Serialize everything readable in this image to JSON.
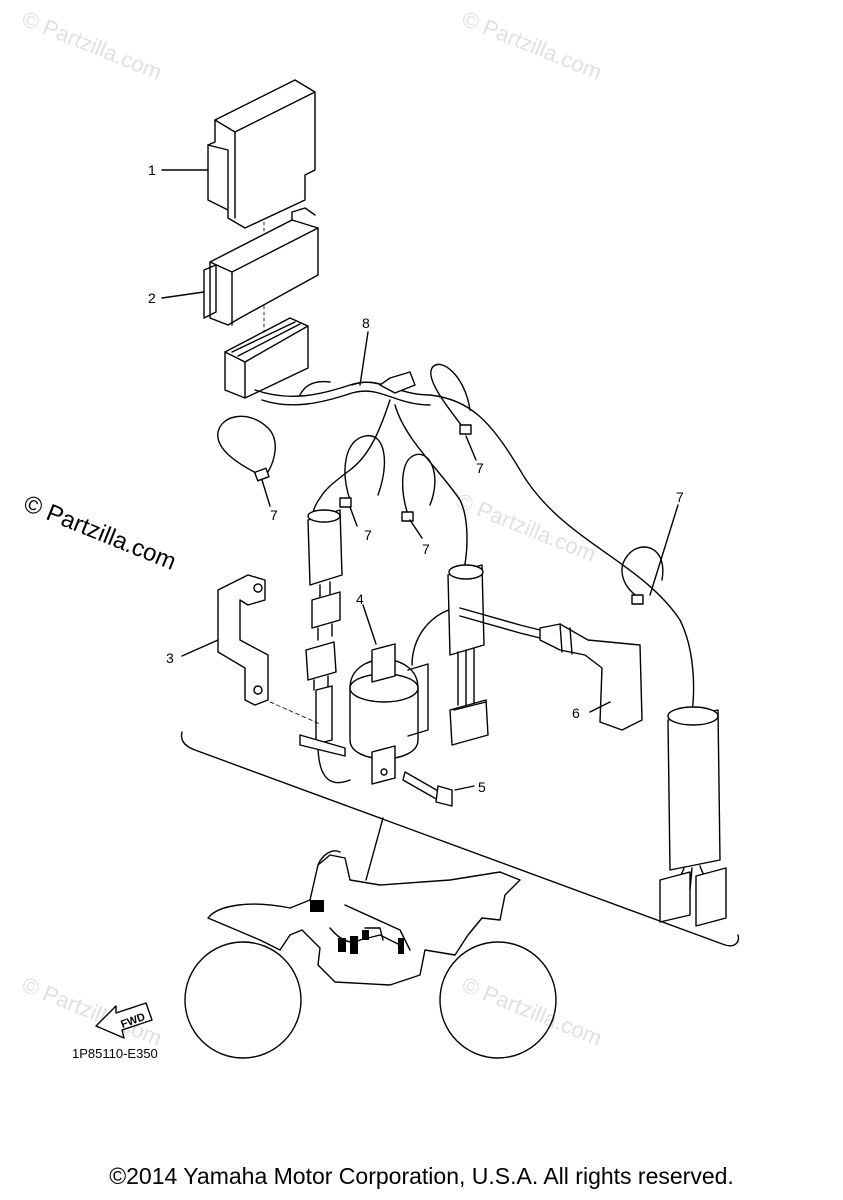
{
  "watermark": {
    "faint_text": "© Partzilla.com",
    "prominent_text": "© Partzilla.com"
  },
  "callouts": [
    {
      "id": "1",
      "label": "1"
    },
    {
      "id": "2",
      "label": "2"
    },
    {
      "id": "3",
      "label": "3"
    },
    {
      "id": "4",
      "label": "4"
    },
    {
      "id": "5",
      "label": "5"
    },
    {
      "id": "6",
      "label": "6"
    },
    {
      "id": "7a",
      "label": "7"
    },
    {
      "id": "7b",
      "label": "7"
    },
    {
      "id": "7c",
      "label": "7"
    },
    {
      "id": "7d",
      "label": "7"
    },
    {
      "id": "7e",
      "label": "7"
    },
    {
      "id": "8",
      "label": "8"
    }
  ],
  "fwd_arrow": {
    "label": "FWD",
    "icon": "arrow-fwd-icon"
  },
  "diagram_code": "1P85110-E350",
  "copyright": "©2014 Yamaha Motor Corporation, U.S.A. All rights reserved."
}
